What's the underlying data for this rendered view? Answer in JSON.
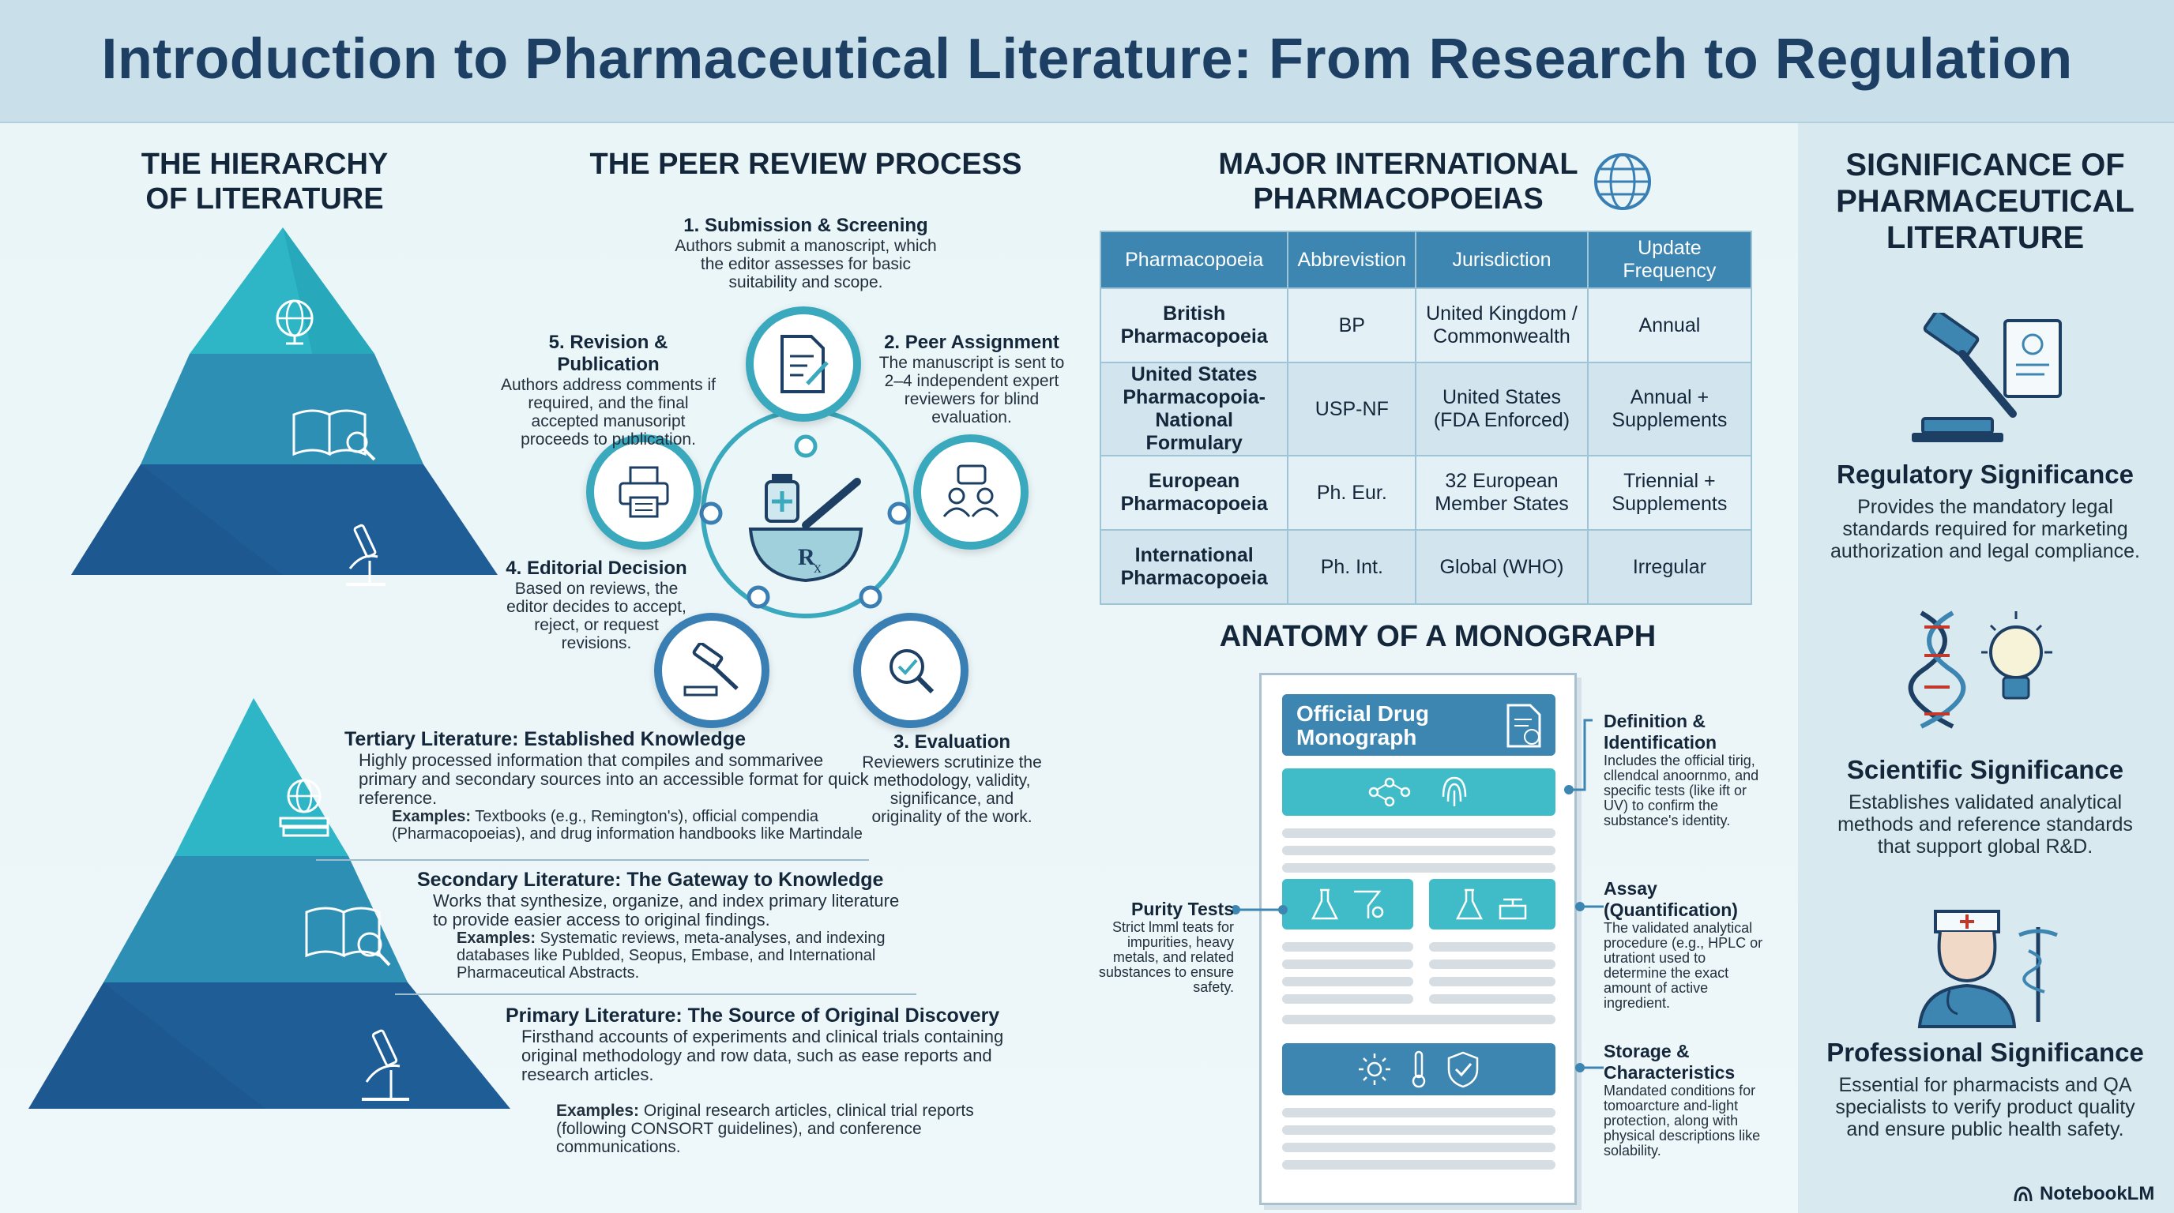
{
  "title": "Introduction to Pharmaceutical Literature: From Research to Regulation",
  "hierarchy": {
    "heading": "THE HIERARCHY\nOF LITERATURE"
  },
  "peer_review": {
    "heading": "THE PEER REVIEW PROCESS",
    "steps": [
      {
        "title": "1. Submission & Screening",
        "text": "Authors submit a manoscript, which the editor assesses for basic suitability and scope."
      },
      {
        "title": "2. Peer Assignment",
        "text": "The manuscript is sent to 2–4 independent expert reviewers for blind evaluation."
      },
      {
        "title": "3. Evaluation",
        "text": "Reviewers scrutinize the methodology, validity, significance, and originality of the work."
      },
      {
        "title": "4. Editorial Decision",
        "text": "Based on reviews, the editor decides to accept, reject, or request revisions."
      },
      {
        "title": "5. Revision & Publication",
        "text": "Authors address comments if required, and the final accepted manusoript proceeds to publication."
      }
    ]
  },
  "literature": {
    "tertiary": {
      "title": "Tertiary Literature: Established Knowledge",
      "text": "Highly processed information that compiles and sommarivee primary and secondary sources into an accessible format for quick reference.",
      "examples_label": "Examples:",
      "examples": "Textbooks (e.g., Remington's), official compendia (Pharmacopoeias), and drug information handbooks like Martindale"
    },
    "secondary": {
      "title": "Secondary Literature: The Gateway to Knowledge",
      "text": "Works that synthesize, organize, and index primary literature to provide easier access to original findings.",
      "examples_label": "Examples:",
      "examples": "Systematic reviews, meta-analyses, and indexing databases like Publded, Seopus, Embase, and International Pharmaceutical Abstracts."
    },
    "primary": {
      "title": "Primary Literature: The Source of Original Discovery",
      "text": "Firsthand accounts of experiments and clinical trials containing original methodology and row data, such as ease reports and research articles.",
      "examples_label": "Examples:",
      "examples": "Original research articles, clinical trial reports (following CONSORT guidelines), and conference communications."
    }
  },
  "pharmacopoeias": {
    "heading": "MAJOR INTERNATIONAL\nPHARMACOPOEIAS",
    "columns": [
      "Pharmacopoeia",
      "Abbrevistion",
      "Jurisdiction",
      "Update\nFrequency"
    ],
    "rows": [
      [
        "British\nPharmacopoeia",
        "BP",
        "United Kingdom /\nCommonwealth",
        "Annual"
      ],
      [
        "United States\nPharmacopoia-\nNational Formulary",
        "USP-NF",
        "United States\n(FDA Enforced)",
        "Annual +\nSupplements"
      ],
      [
        "European\nPharmacopoeia",
        "Ph. Eur.",
        "32 European\nMember States",
        "Triennial +\nSupplements"
      ],
      [
        "International\nPharmacopoeia",
        "Ph. Int.",
        "Global (WHO)",
        "Irregular"
      ]
    ]
  },
  "monograph": {
    "heading": "ANATOMY OF A MONOGRAPH",
    "doc_title": "Official Drug\nMonograph",
    "callouts": {
      "definition": {
        "title": "Definition &\nIdentification",
        "text": "Includes the official tirig, cllendcal anoornmo, and specific tests (like ift or UV) to confirm the substance's identity."
      },
      "purity": {
        "title": "Purity Tests",
        "text": "Strict lmml teats for impurities, heavy metals, and related substances to ensure safety."
      },
      "assay": {
        "title": "Assay\n(Quantification)",
        "text": "The validated analytical procedure (e.g., HPLC or utrationt used to determine the exact amount of active ingredient."
      },
      "storage": {
        "title": "Storage &\nCharacteristics",
        "text": "Mandated conditions for tomoarcture and-light protection, along with physical descriptions like solability."
      }
    }
  },
  "significance": {
    "heading": "SIGNIFICANCE OF\nPHARMACEUTICAL\nLITERATURE",
    "items": [
      {
        "title": "Regulatory Significance",
        "text": "Provides the mandatory legal standards required for marketing authorization and legal compliance."
      },
      {
        "title": "Scientific Significance",
        "text": "Establishes validated analytical methods and reference standards that support global R&D."
      },
      {
        "title": "Professional Significance",
        "text": "Essential for pharmacists and QA specialists to verify product quality and ensure public health safety."
      }
    ]
  },
  "branding": "NotebookLM",
  "colors": {
    "teal": "#3aa9bd",
    "blue": "#3a7fb3",
    "navy": "#1d3f63"
  }
}
